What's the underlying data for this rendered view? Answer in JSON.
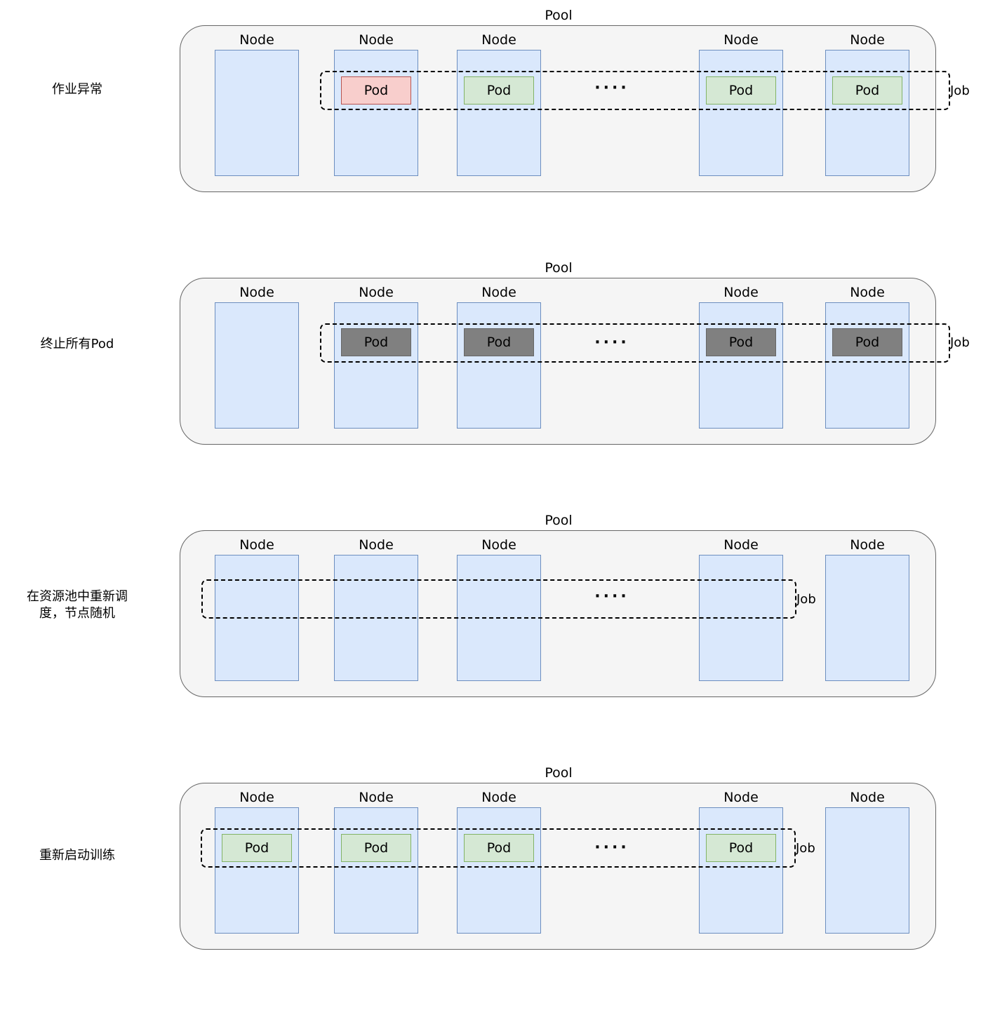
{
  "stages": [
    {
      "label": "作业异常",
      "pool_title": "Pool",
      "nodes": [
        "Node",
        "Node",
        "Node",
        "Node",
        "Node"
      ],
      "pods": [
        {
          "node_index": 1,
          "text": "Pod",
          "state": "fail"
        },
        {
          "node_index": 2,
          "text": "Pod",
          "state": "ok"
        },
        {
          "node_index": 3,
          "text": "Pod",
          "state": "ok"
        },
        {
          "node_index": 4,
          "text": "Pod",
          "state": "ok"
        }
      ],
      "ellipsis": "····",
      "job_label": "Job"
    },
    {
      "label": "终止所有Pod",
      "pool_title": "Pool",
      "nodes": [
        "Node",
        "Node",
        "Node",
        "Node",
        "Node"
      ],
      "pods": [
        {
          "node_index": 1,
          "text": "Pod",
          "state": "killed"
        },
        {
          "node_index": 2,
          "text": "Pod",
          "state": "killed"
        },
        {
          "node_index": 3,
          "text": "Pod",
          "state": "killed"
        },
        {
          "node_index": 4,
          "text": "Pod",
          "state": "killed"
        }
      ],
      "ellipsis": "····",
      "job_label": "Job"
    },
    {
      "label_line1": "在资源池中重新调",
      "label_line2": "度，节点随机",
      "pool_title": "Pool",
      "nodes": [
        "Node",
        "Node",
        "Node",
        "Node",
        "Node"
      ],
      "pods": [],
      "ellipsis": "····",
      "job_label": "Job"
    },
    {
      "label": "重新启动训练",
      "pool_title": "Pool",
      "nodes": [
        "Node",
        "Node",
        "Node",
        "Node",
        "Node"
      ],
      "pods": [
        {
          "node_index": 0,
          "text": "Pod",
          "state": "ok"
        },
        {
          "node_index": 1,
          "text": "Pod",
          "state": "ok"
        },
        {
          "node_index": 2,
          "text": "Pod",
          "state": "ok"
        },
        {
          "node_index": 3,
          "text": "Pod",
          "state": "ok"
        }
      ],
      "ellipsis": "····",
      "job_label": "Job"
    }
  ],
  "colors": {
    "pool_fill": "#f5f5f5",
    "node_fill": "#dae8fc",
    "node_stroke": "#6c8ebf",
    "pod_ok_fill": "#d5e8d4",
    "pod_ok_stroke": "#82b366",
    "pod_fail_fill": "#f8cecc",
    "pod_fail_stroke": "#b85450",
    "pod_killed_fill": "#808080"
  }
}
